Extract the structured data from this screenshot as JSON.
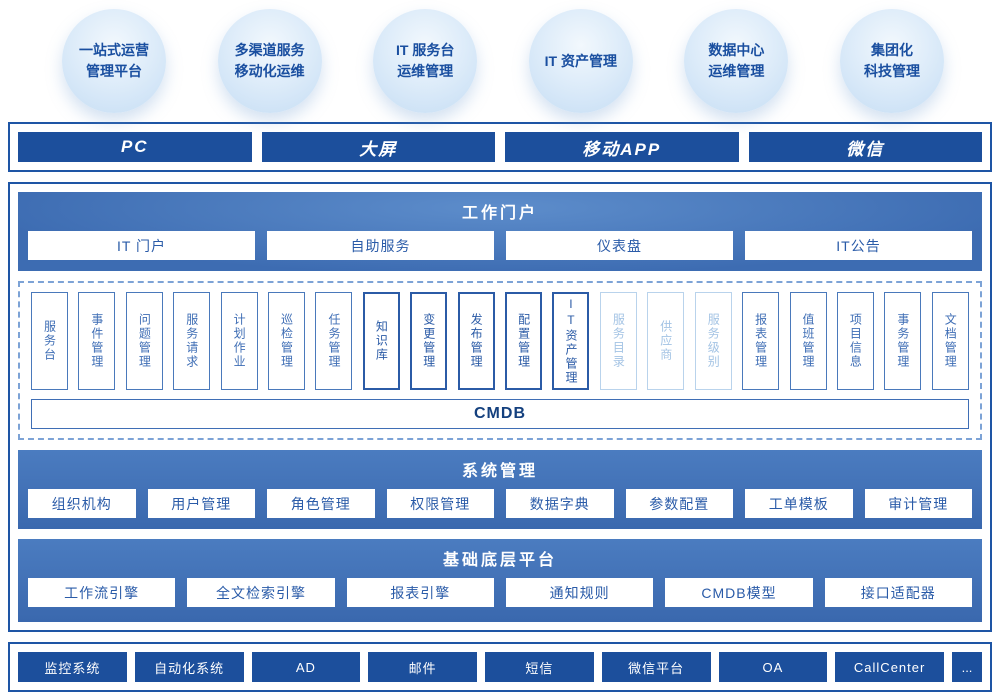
{
  "colors": {
    "dark_blue": "#1c4f9c",
    "panel_blue": "#3d6cb2",
    "frame_border": "#1e55a5",
    "muted_module": "#a3c3e4",
    "bubble_text": "#1a4fa0"
  },
  "bubbles": [
    "一站式运营\n管理平台",
    "多渠道服务\n移动化运维",
    "IT 服务台\n运维管理",
    "IT 资产管理",
    "数据中心\n运维管理",
    "集团化\n科技管理"
  ],
  "channels": [
    "PC",
    "大屏",
    "移动APP",
    "微信"
  ],
  "portal": {
    "title": "工作门户",
    "items": [
      "IT 门户",
      "自助服务",
      "仪表盘",
      "IT公告"
    ]
  },
  "modules": {
    "items": [
      {
        "label": "服务台",
        "style": "normal"
      },
      {
        "label": "事件管理",
        "style": "normal"
      },
      {
        "label": "问题管理",
        "style": "normal"
      },
      {
        "label": "服务请求",
        "style": "normal"
      },
      {
        "label": "计划作业",
        "style": "normal"
      },
      {
        "label": "巡检管理",
        "style": "normal"
      },
      {
        "label": "任务管理",
        "style": "normal"
      },
      {
        "label": "知识库",
        "style": "strong"
      },
      {
        "label": "变更管理",
        "style": "strong"
      },
      {
        "label": "发布管理",
        "style": "strong"
      },
      {
        "label": "配置管理",
        "style": "strong"
      },
      {
        "label": "IT资产管理",
        "style": "strong"
      },
      {
        "label": "服务目录",
        "style": "faded"
      },
      {
        "label": "供应商",
        "style": "faded"
      },
      {
        "label": "服务级别",
        "style": "faded"
      },
      {
        "label": "报表管理",
        "style": "normal"
      },
      {
        "label": "值班管理",
        "style": "normal"
      },
      {
        "label": "项目信息",
        "style": "normal"
      },
      {
        "label": "事务管理",
        "style": "normal"
      },
      {
        "label": "文档管理",
        "style": "normal"
      }
    ],
    "cmdb_label": "CMDB"
  },
  "system": {
    "title": "系统管理",
    "items": [
      "组织机构",
      "用户管理",
      "角色管理",
      "权限管理",
      "数据字典",
      "参数配置",
      "工单模板",
      "审计管理"
    ]
  },
  "platform": {
    "title": "基础底层平台",
    "items": [
      "工作流引擎",
      "全文检索引擎",
      "报表引擎",
      "通知规则",
      "CMDB模型",
      "接口适配器"
    ]
  },
  "integrations": [
    "监控系统",
    "自动化系统",
    "AD",
    "邮件",
    "短信",
    "微信平台",
    "OA",
    "CallCenter",
    "..."
  ]
}
